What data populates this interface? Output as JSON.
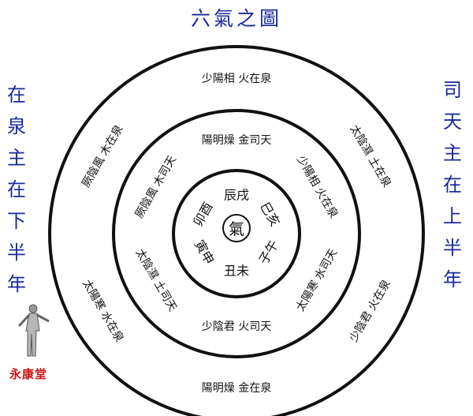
{
  "title": "六氣之圖",
  "left_caption": [
    "在",
    "泉",
    "主",
    "在",
    "下",
    "半",
    "年"
  ],
  "right_caption": [
    "司",
    "天",
    "主",
    "在",
    "上",
    "半",
    "年"
  ],
  "center": "氣",
  "inner_ring": [
    "辰戌",
    "巳亥",
    "子午",
    "丑未",
    "寅申",
    "卯酉"
  ],
  "middle_ring": [
    "陽明燥 金司天",
    "少陽相 火在泉",
    "太陽寒 水司天",
    "少陰君 火司天",
    "太陰濕 土司天",
    "厥陰風 木司天"
  ],
  "outer_ring": [
    "少陽相 火在泉",
    "太陰濕 土在泉",
    "少陰君 火在泉",
    "陽明燥 金在泉",
    "太陽寒 水在泉",
    "厥陰風 木在泉"
  ],
  "brand": "永康堂",
  "colors": {
    "ink": "#111111",
    "caption": "#1a2a9c",
    "brand": "#cc1111"
  }
}
